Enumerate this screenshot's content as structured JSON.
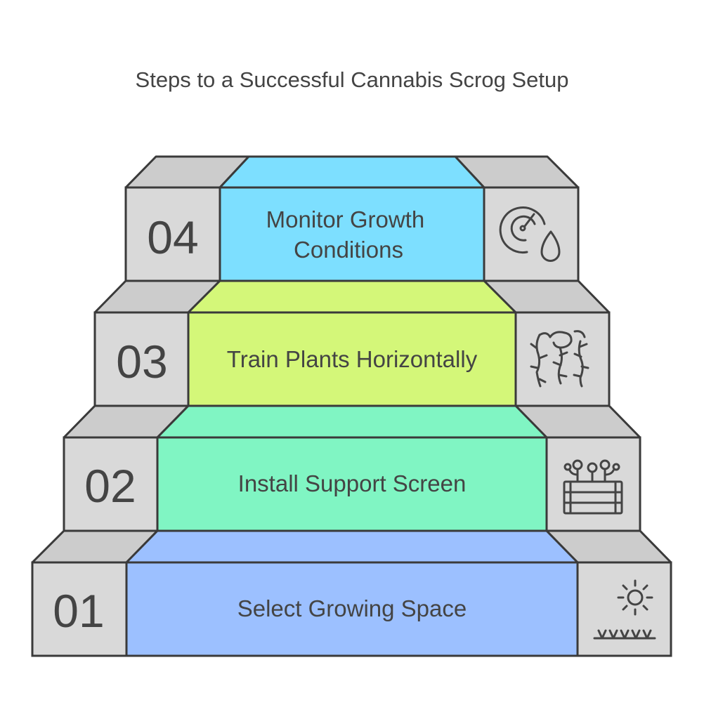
{
  "title": "Steps to a Successful Cannabis Scrog Setup",
  "steps": [
    {
      "number": "01",
      "label_lines": [
        "Select Growing Space"
      ],
      "icon": "sun-grass-icon",
      "color": "#9CC0FF"
    },
    {
      "number": "02",
      "label_lines": [
        "Install Support Screen"
      ],
      "icon": "planter-box-icon",
      "color": "#80F5C3"
    },
    {
      "number": "03",
      "label_lines": [
        "Train Plants Horizontally"
      ],
      "icon": "trained-plants-icon",
      "color": "#D4F779"
    },
    {
      "number": "04",
      "label_lines": [
        "Monitor Growth",
        "Conditions"
      ],
      "icon": "gauge-droplet-icon",
      "color": "#7DDFFF"
    }
  ],
  "colors": {
    "side_block": "#D9D9D9",
    "side_top": "#CCCCCC",
    "stroke": "#3A3A3A",
    "text": "#444444"
  }
}
